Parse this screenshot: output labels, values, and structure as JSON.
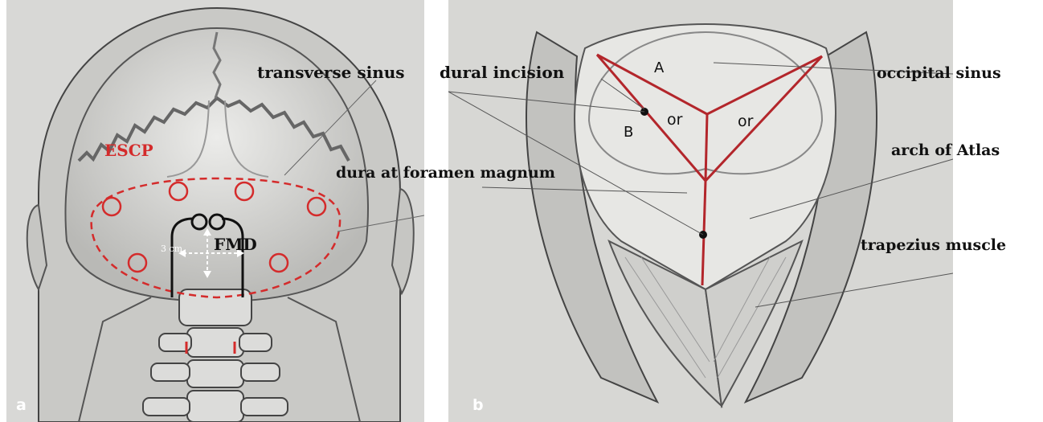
{
  "panel_a": {
    "letter": "a",
    "escp_label": "ESCP",
    "fmd_label": "FMD",
    "measure_label": "3 cm",
    "accent": "#d42b2b"
  },
  "panel_b": {
    "letter": "b",
    "point_a": "A",
    "point_b": "B",
    "or_left": "or",
    "or_right": "or",
    "incision_color": "#b3262b"
  },
  "labels": {
    "transverse_sinus": "transverse sinus",
    "dural_incision": "dural incision",
    "occipital_sinus": "occipital sinus",
    "arch_of_atlas": "arch of Atlas",
    "dura_foramen_magnum": "dura at foramen magnum",
    "trapezius_muscle": "trapezius muscle"
  }
}
